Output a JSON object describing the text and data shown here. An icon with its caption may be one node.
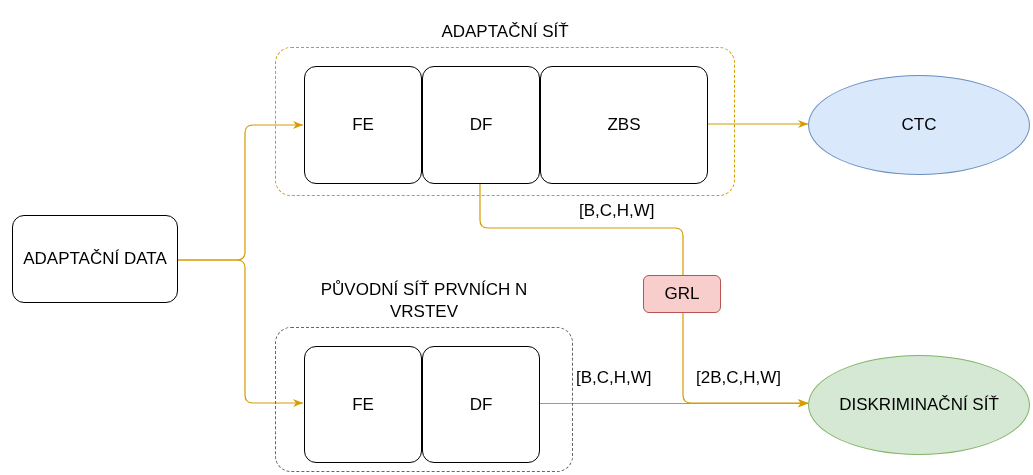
{
  "diagram": {
    "nodes": [
      {
        "text": [
          "ADAPTAČNÍ SÍŤ"
        ]
      },
      {
        "text": [
          "FE"
        ],
        "in": 0
      },
      {
        "text": [
          "DF"
        ],
        "in": 0
      },
      {
        "text": [
          "ZBS"
        ],
        "in": 0
      },
      {
        "text": [
          "CTC"
        ]
      },
      {
        "text": [
          "ADAPTAČNÍ DATA"
        ]
      },
      {
        "text": [
          "PŮVODNÍ SÍŤ PRVNÍCH N VRSTEV"
        ]
      },
      {
        "text": [
          "FE"
        ],
        "in": 6
      },
      {
        "text": [
          "DF"
        ],
        "in": 6
      },
      {
        "text": [
          "GRL"
        ]
      },
      {
        "text": [
          "DISKRIMINAČNÍ SÍŤ"
        ]
      }
    ],
    "edges": [
      {
        "from": 5,
        "to": 1,
        "arrow": "to"
      },
      {
        "from": 5,
        "to": 7,
        "arrow": "to"
      },
      {
        "from": 3,
        "to": 4,
        "arrow": "to"
      },
      {
        "from": 2,
        "to": 9,
        "arrow": "none",
        "label": "[B,C,H,W]"
      },
      {
        "from": 9,
        "to": 10,
        "arrow": "to",
        "label": "[2B,C,H,W]"
      },
      {
        "from": 8,
        "to": 10,
        "arrow": "to",
        "label": "[B,C,H,W]"
      }
    ]
  }
}
